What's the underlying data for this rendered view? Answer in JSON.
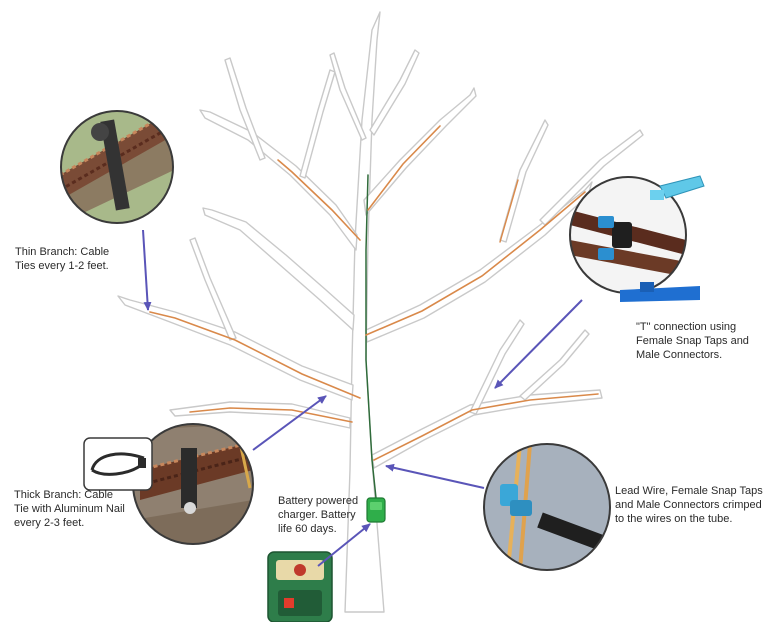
{
  "callouts": {
    "thin_branch": "Thin Branch: Cable\nTies every 1-2 feet.",
    "t_connection": "\"T\" connection using\nFemale Snap Taps and\nMale Connectors.",
    "thick_branch": "Thick Branch: Cable\nTie with Aluminum Nail\nevery 2-3 feet.",
    "battery": "Battery powered\ncharger. Battery\nlife 60 days.",
    "lead_wire": "Lead Wire, Female Snap Taps\nand Male Connectors crimped\nto the wires on the tube."
  },
  "colors": {
    "tree_outline": "#c9c9c9",
    "wire_orange": "#d9894a",
    "wire_green": "#2f6b3a",
    "arrow": "#5a55b8",
    "charger_green": "#2e7d4a",
    "connector_blue": "#3aa7d8"
  }
}
